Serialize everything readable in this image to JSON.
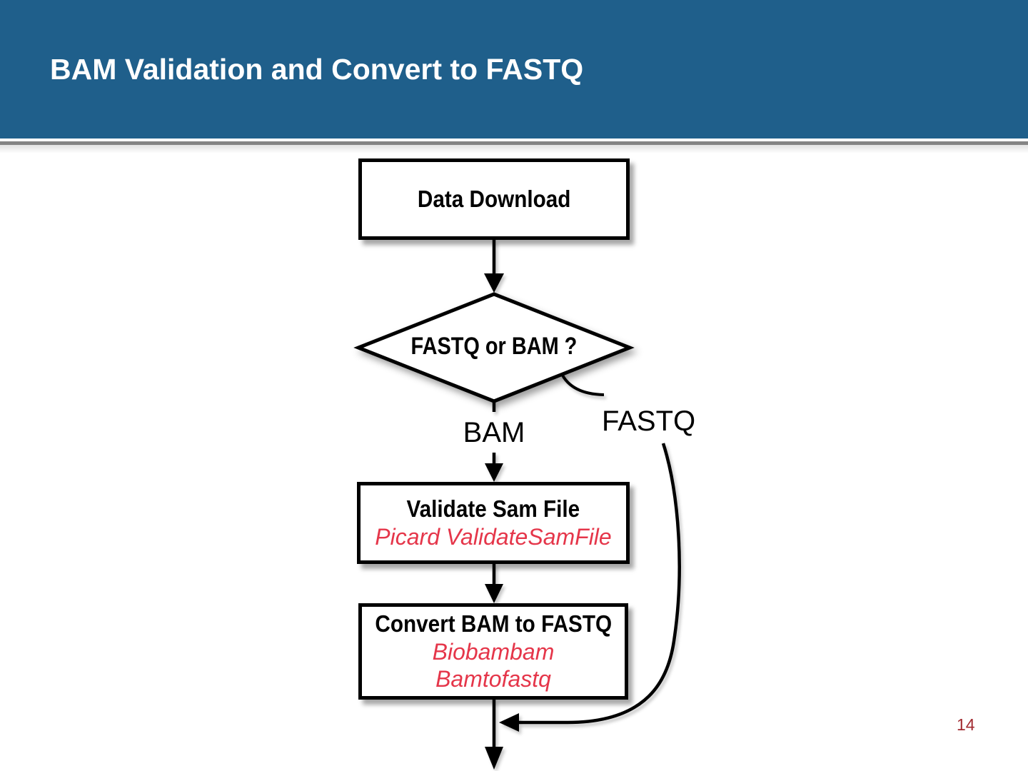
{
  "slide": {
    "title": "BAM Validation and Convert to FASTQ",
    "page_number": "14"
  },
  "colors": {
    "header_bg": "#1F5F8B",
    "divider_gray": "#848484",
    "node_red": "#E5364A",
    "page_number_red": "#A22B31",
    "line_black": "#000000"
  },
  "flowchart": {
    "nodes": {
      "data_download": {
        "label": "Data Download"
      },
      "decision": {
        "label": "FASTQ or BAM ?"
      },
      "validate": {
        "title": "Validate Sam File",
        "tool": "Picard ValidateSamFile"
      },
      "convert": {
        "title": "Convert BAM to FASTQ",
        "tool_line1": "Biobambam",
        "tool_line2": "Bamtofastq"
      }
    },
    "edge_labels": {
      "bam": "BAM",
      "fastq": "FASTQ"
    }
  }
}
